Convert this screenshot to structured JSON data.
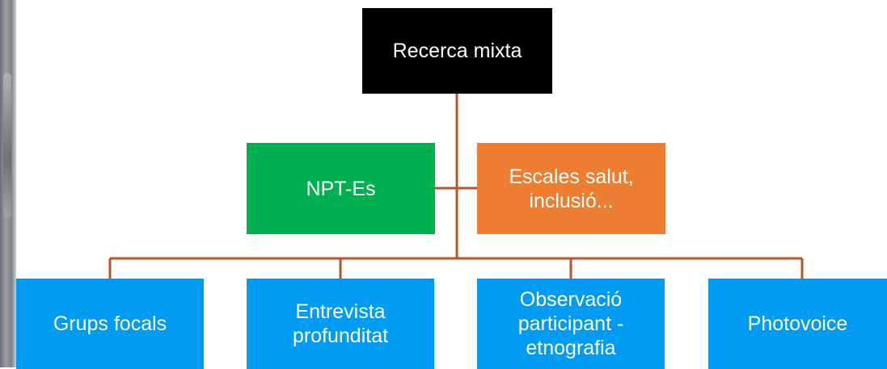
{
  "colors": {
    "root_bg": "#000000",
    "root_text": "#ffffff",
    "method_green": "#00b050",
    "method_orange": "#ed7d31",
    "leaf_blue": "#009cf4",
    "node_text": "#ffffff",
    "connector": "#b5562a"
  },
  "root": {
    "label": "Recerca mixta"
  },
  "methods": [
    {
      "label": "NPT-Es",
      "color_key": "method_green"
    },
    {
      "label": "Escales salut,\ninclusió...",
      "color_key": "method_orange"
    }
  ],
  "leaves": [
    {
      "label": "Grups focals"
    },
    {
      "label": "Entrevista\nprofunditat"
    },
    {
      "label": "Observació\nparticipant -\netnografia"
    },
    {
      "label": "Photovoice"
    }
  ]
}
